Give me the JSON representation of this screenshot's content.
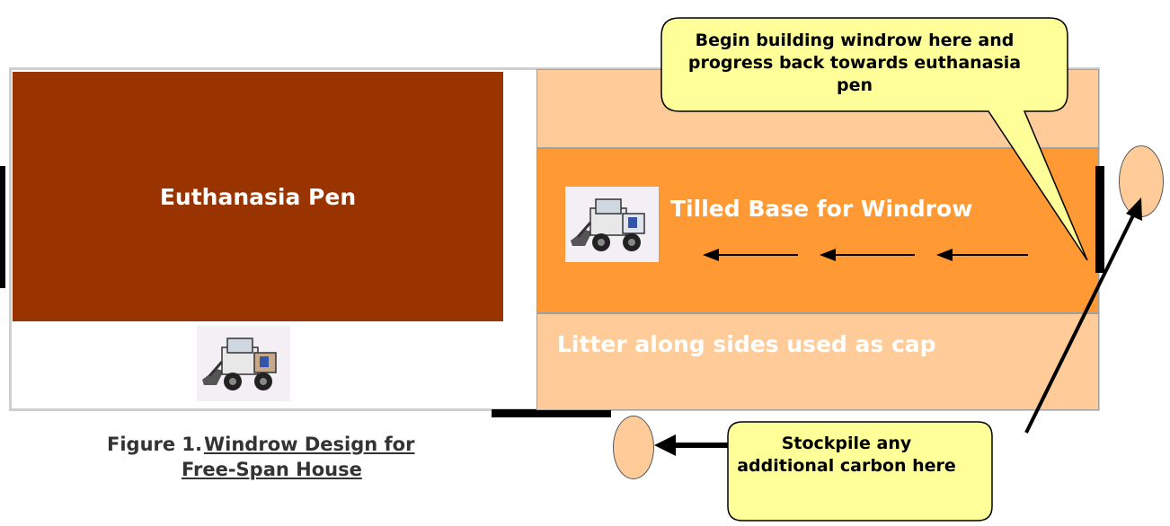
{
  "labels": {
    "euthanasia_pen": "Euthanasia Pen",
    "tilled_base": "Tilled Base for Windrow",
    "litter_sides": "Litter along sides used as cap"
  },
  "callouts": {
    "begin": "Begin building windrow here and progress back towards euthanasia pen",
    "stockpile": "Stockpile any additional carbon here"
  },
  "caption": {
    "number": "Figure 1.",
    "title_line1": "Windrow Design for",
    "title_line2": "Free-Span House"
  },
  "colors": {
    "pen": "#993300",
    "tilled_base": "#ff9933",
    "litter": "#ffcc99",
    "callout_fill": "#ffff99"
  },
  "icons": {
    "skid_steer": "skid-steer-loader-icon"
  }
}
